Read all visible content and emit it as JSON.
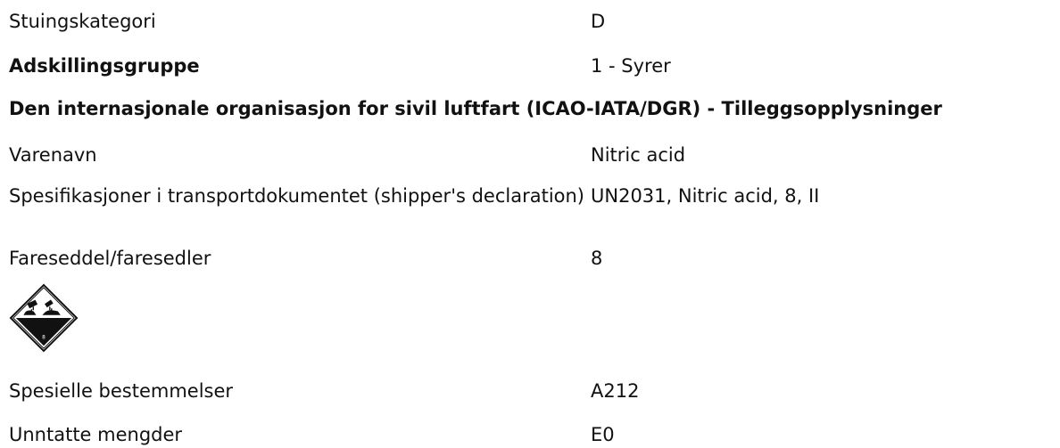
{
  "rows_top": [
    {
      "label": "Stuingskategori",
      "value": "D"
    },
    {
      "label": "Adskillingsgruppe",
      "value": "1 - Syrer"
    }
  ],
  "section_heading": "Den internasjonale organisasjon for sivil luftfart (ICAO-IATA/DGR) - Tilleggsopplysninger",
  "rows_section": [
    {
      "label": "Varenavn",
      "value": "Nitric acid"
    },
    {
      "label": "Spesifikasjoner i transportdokumentet (shipper's declaration)",
      "value": "UN2031, Nitric acid, 8, II"
    },
    {
      "label": "Fareseddel/faresedler",
      "value": "8"
    }
  ],
  "pictogram": {
    "icon": "corrosive-hazard-label-icon",
    "class_number": "8"
  },
  "rows_bottom": [
    {
      "label": "Spesielle bestemmelser",
      "value": "A212"
    },
    {
      "label": "Unntatte mengder",
      "value": "E0"
    }
  ]
}
